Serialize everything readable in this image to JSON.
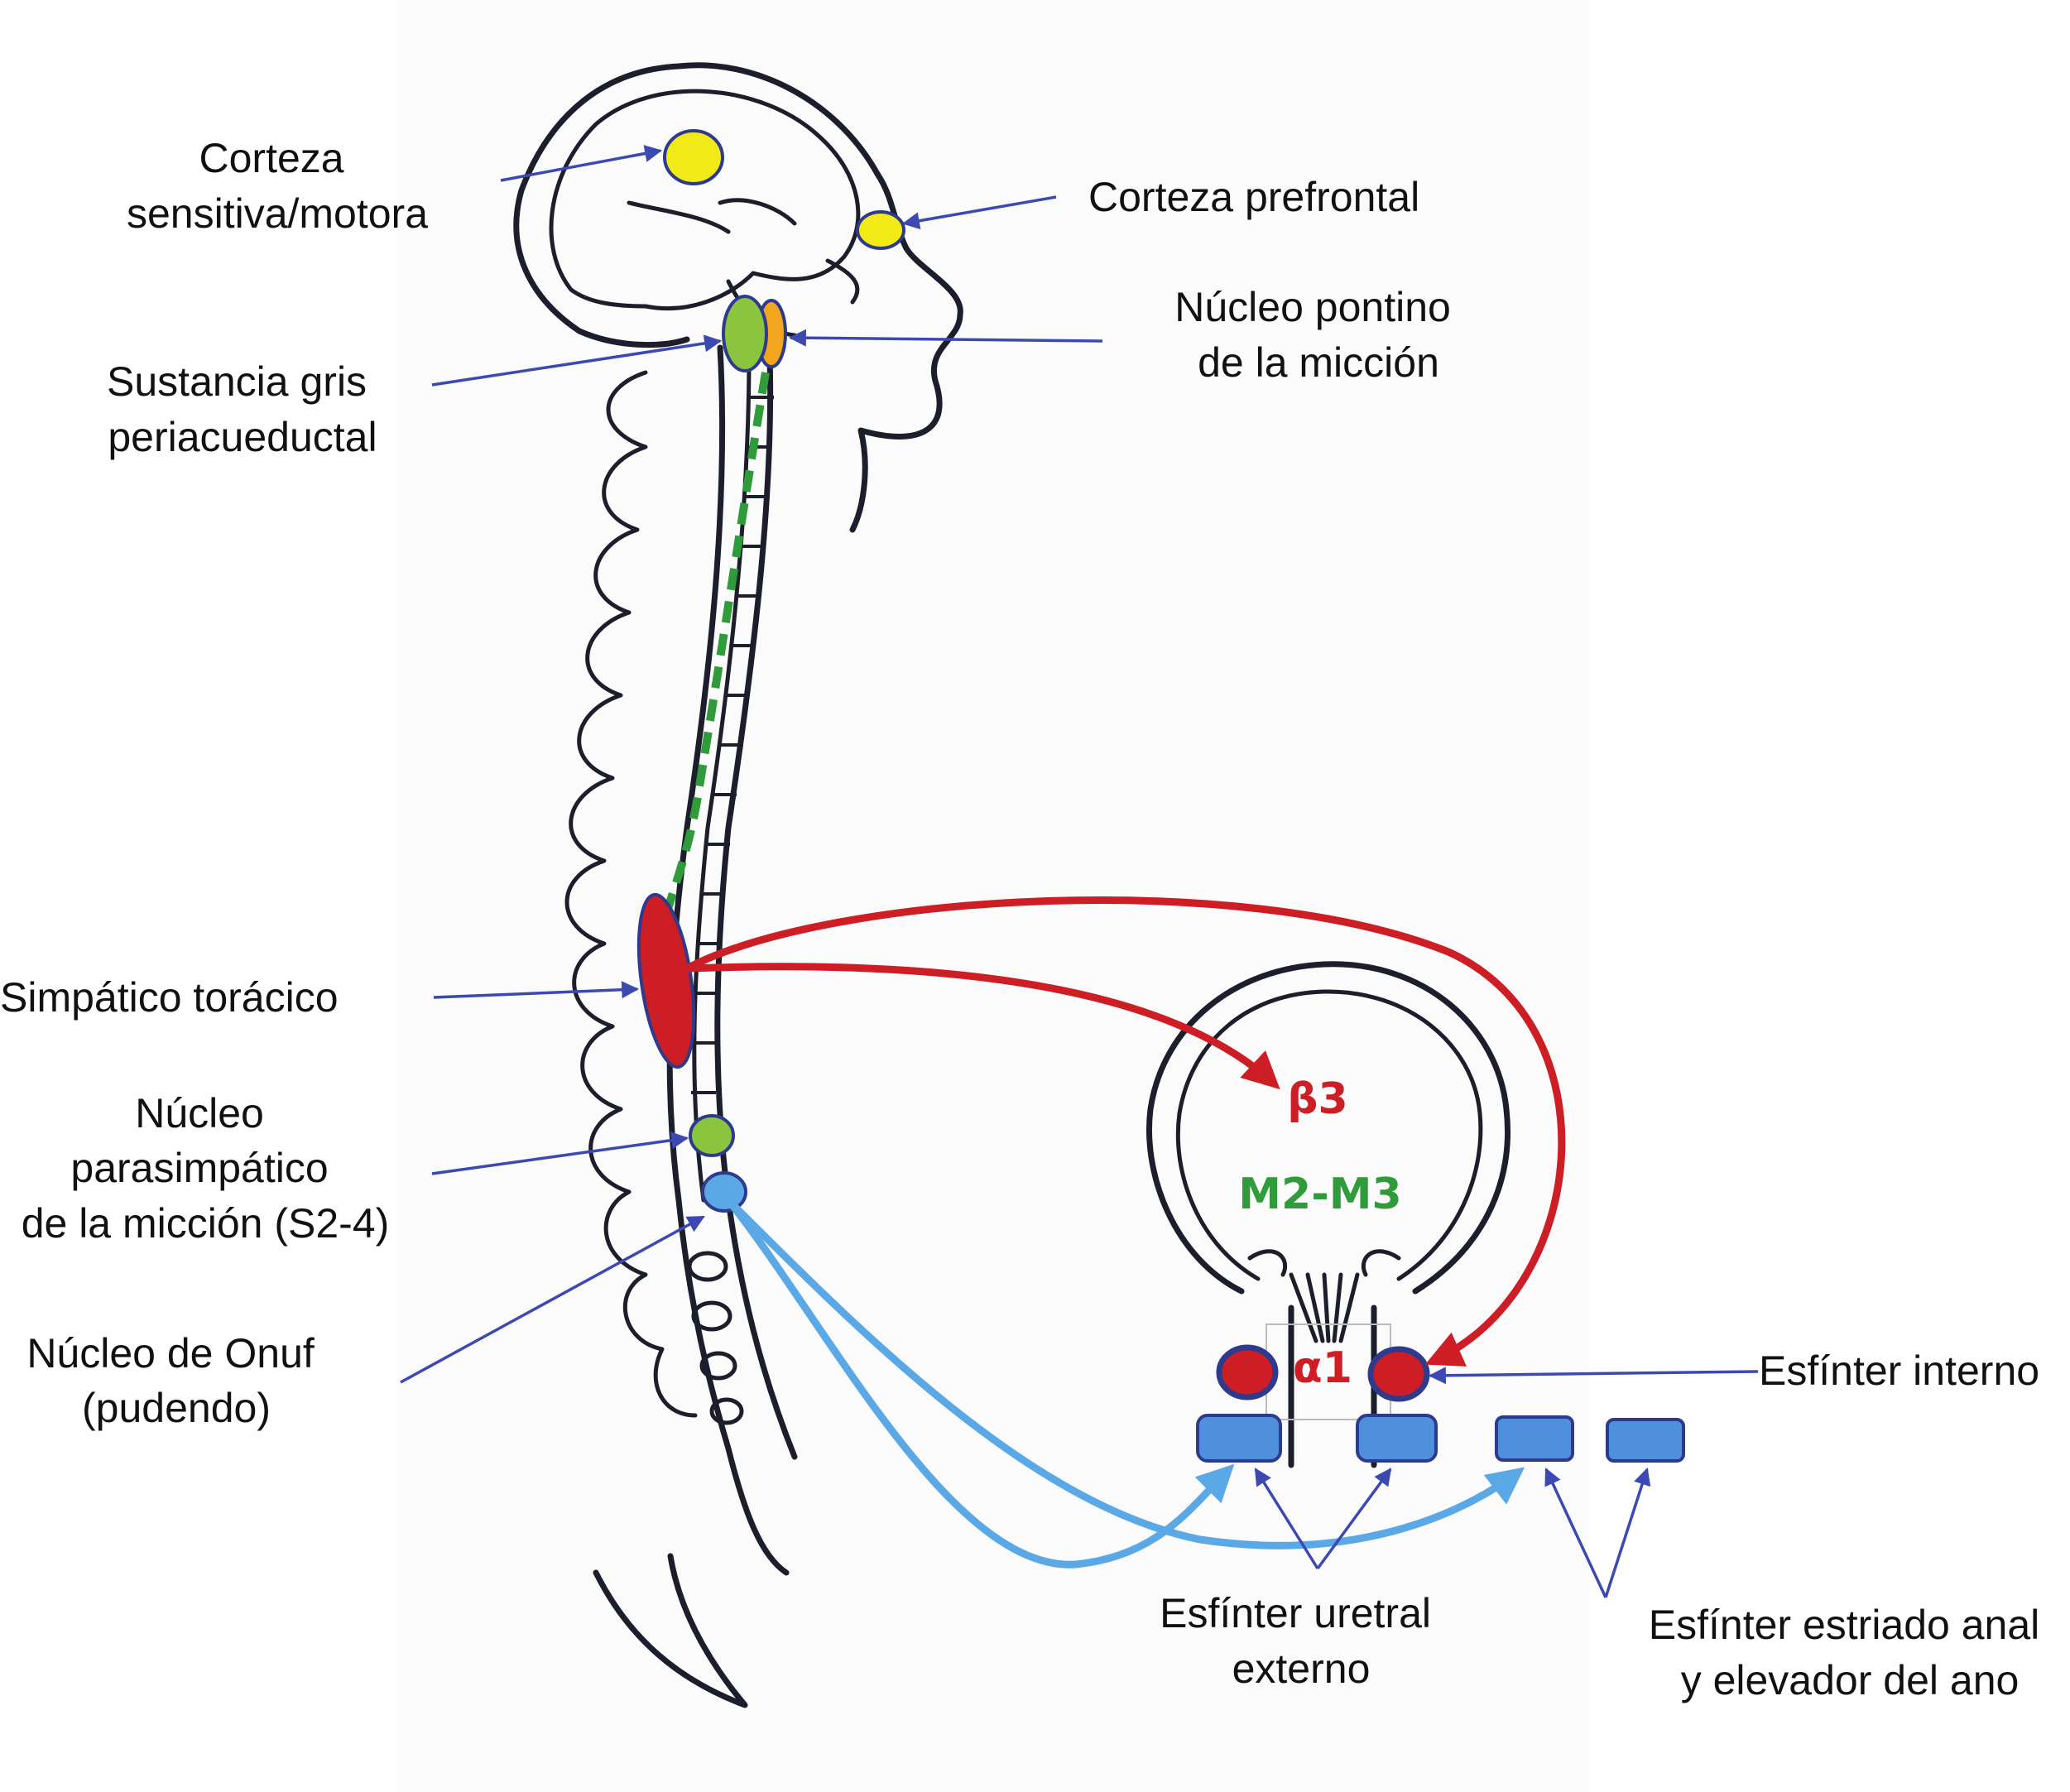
{
  "labels": {
    "sensory_motor_cortex": [
      "Corteza",
      "sensitiva/motora"
    ],
    "prefrontal_cortex": [
      "Corteza prefrontal"
    ],
    "pontine_micturition_center": [
      "Núcleo pontino",
      "de la micción"
    ],
    "periaqueductal_gray": [
      "Sustancia gris",
      "periacueductal"
    ],
    "thoracic_sympathetic": [
      "Simpático torácico"
    ],
    "parasympathetic_nucleus": [
      "Núcleo",
      "parasimpático",
      "de la micción (S2-4)"
    ],
    "onuf_nucleus": [
      "Núcleo de Onuf",
      "(pudendo)"
    ],
    "internal_sphincter": [
      "Esfínter interno"
    ],
    "external_urethral_sphincter": [
      "Esfínter uretral",
      "externo"
    ],
    "anal_sphincter_levator": [
      "Esfínter estriado anal",
      "y elevador del ano"
    ]
  },
  "receptors": {
    "beta": "β3",
    "muscarinic": "M2-M3",
    "alpha": "α1"
  },
  "colors": {
    "cortex_yellow": "#f2ea16",
    "pag_green": "#8bc43f",
    "pontine_orange": "#f2a51f",
    "sympathetic_red": "#cc1e24",
    "parasympathetic_green": "#2f9b3a",
    "somatic_blue": "#5aa8e6",
    "sphincter_blue": "#4f90dd",
    "pointer_blue": "#3b49b0",
    "outline": "#1c1f2b"
  }
}
